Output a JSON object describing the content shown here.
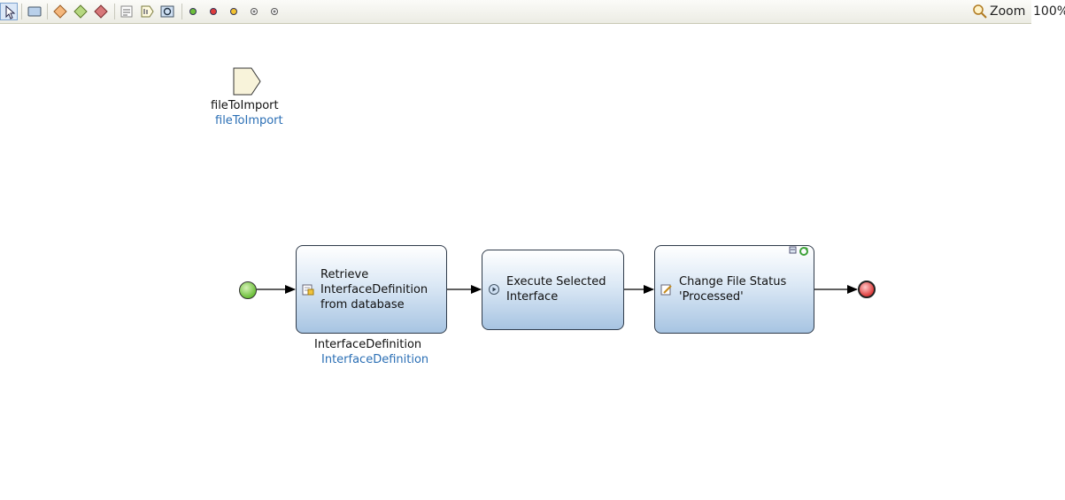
{
  "toolbar": {
    "buttons": [
      {
        "name": "pointer-tool-button",
        "icon": "pointer-icon"
      },
      {
        "name": "activity-tool-button",
        "icon": "activity-icon"
      },
      {
        "name": "exclusive-split-tool-button",
        "icon": "diamond-orange-icon"
      },
      {
        "name": "merge-tool-button",
        "icon": "diamond-green-icon"
      },
      {
        "name": "inheritance-split-tool-button",
        "icon": "diamond-red-icon"
      },
      {
        "name": "annotation-tool-button",
        "icon": "annotation-icon"
      },
      {
        "name": "parameter-tool-button",
        "icon": "parameter-icon"
      },
      {
        "name": "loop-tool-button",
        "icon": "loop-icon"
      },
      {
        "name": "start-event-tool-button",
        "icon": "green-dot-icon"
      },
      {
        "name": "end-event-tool-button",
        "icon": "red-dot-icon"
      },
      {
        "name": "error-event-tool-button",
        "icon": "yellow-dot-icon"
      },
      {
        "name": "break-event-tool-button",
        "icon": "ring-dot-icon"
      },
      {
        "name": "continue-event-tool-button",
        "icon": "ring-dot-icon"
      }
    ],
    "zoom_label": "Zoom",
    "zoom_value": "100%"
  },
  "diagram": {
    "parameter": {
      "name": "fileToImport",
      "type": "fileToImport"
    },
    "activities": [
      {
        "text": "Retrieve\nInterfaceDefinition\nfrom database",
        "icon": "retrieve-icon",
        "output_name": "InterfaceDefinition",
        "output_type": "InterfaceDefinition"
      },
      {
        "text": "Execute Selected\nInterface",
        "icon": "microflow-call-icon"
      },
      {
        "text": "Change File Status\n'Processed'",
        "icon": "change-object-icon"
      }
    ]
  },
  "colors": {
    "accent_blue": "#2b6fb5",
    "activity_fill": "#a7c4e2",
    "start_event": "#6cbf3a",
    "end_event": "#de3c3c"
  }
}
